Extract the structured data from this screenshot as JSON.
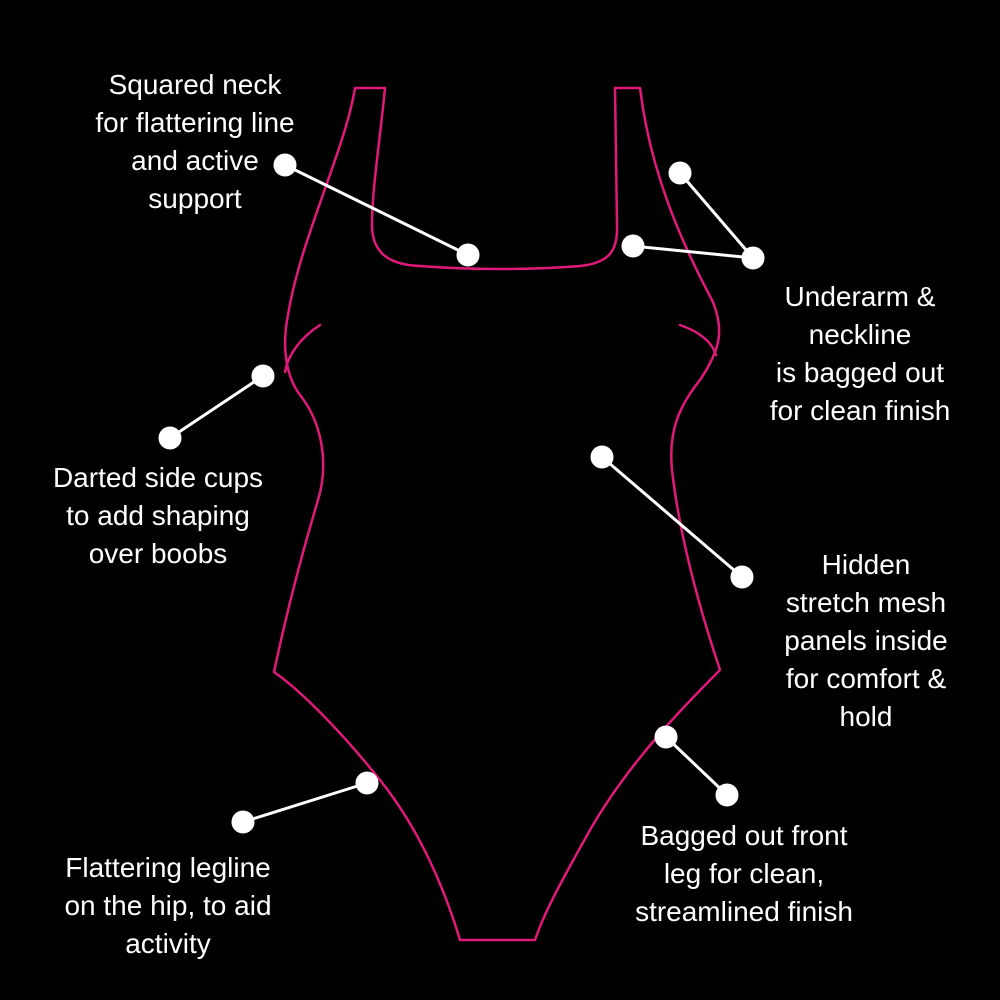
{
  "colors": {
    "outline": "#e0197a",
    "callout": "#ffffff",
    "background": "#000000"
  },
  "callouts": {
    "squared_neck": [
      "Squared neck",
      "for flattering line",
      "and active",
      "support"
    ],
    "underarm": [
      "Underarm &",
      "neckline",
      "is bagged out",
      "for clean finish"
    ],
    "darted": [
      "Darted side cups",
      "to add shaping",
      "over boobs"
    ],
    "mesh": [
      "Hidden",
      "stretch mesh",
      "panels inside",
      "for comfort &",
      "hold"
    ],
    "legline": [
      "Flattering legline",
      "on the hip, to aid",
      "activity"
    ],
    "front_leg": [
      "Bagged out front",
      "leg for clean,",
      "streamlined finish"
    ]
  }
}
